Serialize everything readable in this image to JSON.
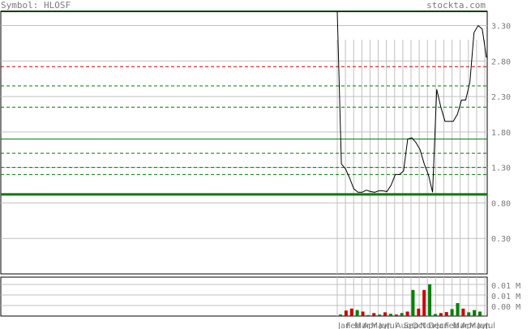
{
  "header": {
    "symbol_prefix": "Symbol:",
    "symbol": "HLOSF",
    "site": "stockta.com"
  },
  "colors": {
    "price_line": "#000000",
    "support_resistance_green": "#007a00",
    "support_strong_green": "#008000",
    "resistance_red": "#cc0000",
    "grid": "#c0c0c0",
    "frame": "#000000",
    "volume_up": "#008000",
    "volume_down": "#cc0000",
    "tick_text": "#7a7a7a"
  },
  "chart_data": [
    {
      "type": "line",
      "title": "",
      "ylim": [
        -0.2,
        3.5
      ],
      "y_ticks": [
        "3.30",
        "2.80",
        "2.30",
        "1.80",
        "1.30",
        "0.80",
        "0.30"
      ],
      "y_tick_values": [
        3.3,
        2.8,
        2.3,
        1.8,
        1.3,
        0.8,
        0.3
      ],
      "x_ticks": [
        "Jan",
        "Feb",
        "Mar",
        "Apr",
        "May",
        "Jun",
        "Jul",
        "Aug",
        "Sep",
        "Oct",
        "Nov",
        "Dec",
        "Jan",
        "Feb",
        "Mar",
        "Apr",
        "May",
        "Jun",
        "Jul"
      ],
      "grid": true,
      "reference_lines": [
        {
          "value": 2.72,
          "style": "dashed",
          "color": "red"
        },
        {
          "value": 2.45,
          "style": "dashed",
          "color": "green"
        },
        {
          "value": 2.15,
          "style": "dashed",
          "color": "green"
        },
        {
          "value": 1.7,
          "style": "solid",
          "color": "green"
        },
        {
          "value": 1.5,
          "style": "dashed",
          "color": "green"
        },
        {
          "value": 1.3,
          "style": "dashed",
          "color": "green"
        },
        {
          "value": 1.2,
          "style": "dashed",
          "color": "green"
        },
        {
          "value": 0.92,
          "style": "solid-thick",
          "color": "green"
        }
      ],
      "series": [
        {
          "values": [
            4.2,
            1.35,
            1.28,
            1.15,
            1.0,
            0.95,
            0.95,
            0.98,
            0.96,
            0.95,
            0.97,
            0.97,
            0.96,
            1.05,
            1.2,
            1.2,
            1.25,
            1.7,
            1.72,
            1.65,
            1.55,
            1.35,
            1.2,
            0.95,
            2.4,
            2.15,
            1.95,
            1.95,
            1.95,
            2.05,
            2.25,
            2.25,
            2.5,
            3.2,
            3.3,
            3.25,
            2.85
          ]
        }
      ]
    },
    {
      "type": "bar",
      "title": "",
      "ylim": [
        0,
        0.015
      ],
      "y_ticks": [
        "0.01 M",
        "0.01 M",
        "0.00 M"
      ],
      "values": [
        0.0006,
        0.0022,
        0.003,
        0.0024,
        0.0018,
        0.0004,
        0.0012,
        0.0006,
        0.0015,
        0.0009,
        0.0006,
        0.0012,
        0.0018,
        0.0105,
        0.003,
        0.0105,
        0.0128,
        0.0008,
        0.0012,
        0.0016,
        0.0028,
        0.0052,
        0.003,
        0.0015,
        0.0024,
        0.0018
      ],
      "colors": [
        "g",
        "r",
        "r",
        "g",
        "r",
        "g",
        "r",
        "g",
        "r",
        "g",
        "r",
        "g",
        "r",
        "g",
        "r",
        "r",
        "g",
        "g",
        "r",
        "r",
        "g",
        "g",
        "r",
        "g",
        "g",
        "g"
      ]
    }
  ]
}
